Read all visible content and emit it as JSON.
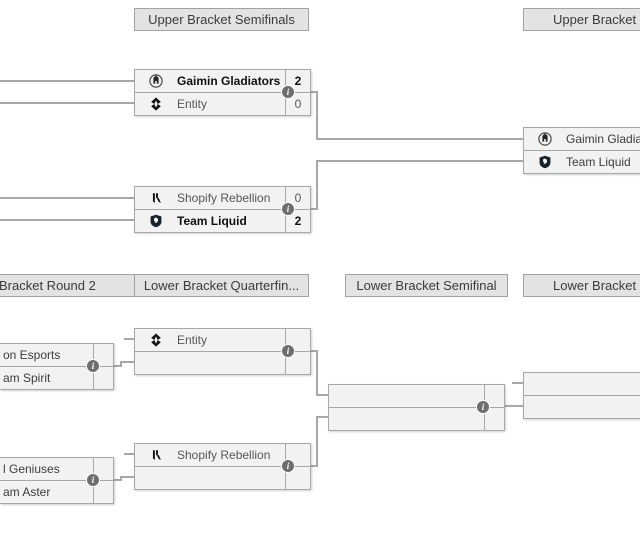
{
  "headers": {
    "ub_semifinals": "Upper Bracket Semifinals",
    "ub_final": "Upper Bracket",
    "lb_round2": "Bracket Round 2",
    "lb_quarterfinals": "Lower Bracket Quarterfin...",
    "lb_semifinal": "Lower Bracket Semifinal",
    "lb_final": "Lower Bracket"
  },
  "matches": {
    "ub_sf1": {
      "top": {
        "name": "Gaimin Gladiators",
        "score": "2"
      },
      "bottom": {
        "name": "Entity",
        "score": "0"
      }
    },
    "ub_sf2": {
      "top": {
        "name": "Shopify Rebellion",
        "score": "0"
      },
      "bottom": {
        "name": "Team Liquid",
        "score": "2"
      }
    },
    "ub_final": {
      "top": {
        "name": "Gaimin Gladiators",
        "score": ""
      },
      "bottom": {
        "name": "Team Liquid",
        "score": ""
      }
    },
    "lb_r2_a": {
      "top": {
        "name": "on Esports",
        "score": ""
      },
      "bottom": {
        "name": "am Spirit",
        "score": ""
      }
    },
    "lb_r2_b": {
      "top": {
        "name": "l Geniuses",
        "score": ""
      },
      "bottom": {
        "name": "am Aster",
        "score": ""
      }
    },
    "lb_qf1": {
      "top": {
        "name": "Entity",
        "score": ""
      },
      "bottom": {
        "name": "",
        "score": ""
      }
    },
    "lb_qf2": {
      "top": {
        "name": "Shopify Rebellion",
        "score": ""
      },
      "bottom": {
        "name": "",
        "score": ""
      }
    },
    "lb_sf": {
      "top": {
        "name": "",
        "score": ""
      },
      "bottom": {
        "name": "",
        "score": ""
      }
    },
    "lb_final": {
      "top": {
        "name": "",
        "score": ""
      },
      "bottom": {
        "name": "",
        "score": ""
      }
    }
  },
  "icons": {
    "info": "info-circle-icon",
    "teams": [
      "gaimin-gladiators-logo",
      "entity-logo",
      "shopify-rebellion-logo",
      "team-liquid-logo"
    ]
  },
  "colors": {
    "row_fill": "#f2f2f2",
    "box_border": "#a7a7a7",
    "header_fill": "#e3e3e3",
    "connector": "#a8a8a8",
    "winner_text": "#101010",
    "loser_text": "#565656",
    "info_icon_bg": "#6e6e6e",
    "liquid_navy": "#16222e"
  }
}
